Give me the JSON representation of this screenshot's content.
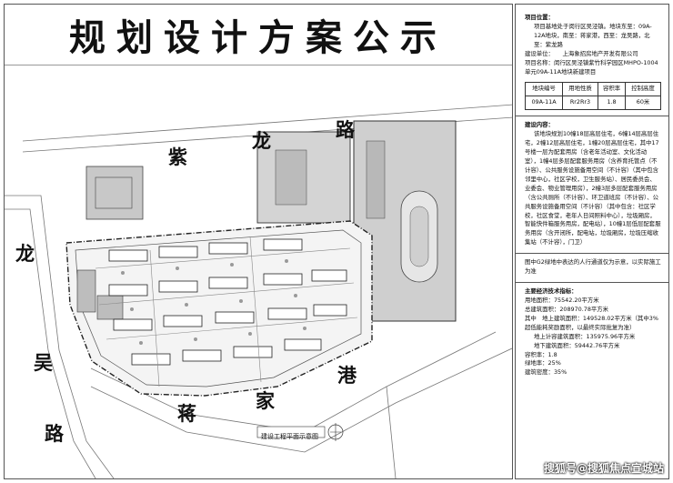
{
  "banner": {
    "title": "规划设计方案公示"
  },
  "roads": {
    "north": [
      "紫",
      "龙",
      "路"
    ],
    "west": [
      "龙",
      "吴",
      "路"
    ],
    "south": [
      "蒋",
      "家",
      "港"
    ]
  },
  "plan_caption": "建设工程平面示意图",
  "panel": {
    "project_loc_h": "项目位置：",
    "project_loc": "项目基地处于闵行区吴泾镇。地块东至：09A-12A地块，南至：蒋家港，西至：龙吴路，北至：紫龙路",
    "builder": "建设单位：　　上海象招房地产开发有限公司",
    "project_name": "项目名称：闵行区吴泾镇紫竹科学园区MHPO-1004单元09A-11A地块新建项目",
    "table": {
      "headers": [
        "地块编号",
        "用地性质",
        "容积率",
        "控制高度"
      ],
      "row": [
        "09A-11A",
        "Rr2Rr3",
        "1.8",
        "60米"
      ]
    },
    "content_h": "建设内容：",
    "content_1": "该地块规划10幢18层高层住宅，6幢14层高层住宅，2幢12层高层住宅，1幢20层高层住宅，其中17号楼一层为配套用房（含老年活动室、文化活动室），1幢4层多层配套服务用房（含养育托管点（不计容）、公共服务设施备用空间（不计容）（其中包含邻里中心，社区学校，卫生服务站）、居民委员会、业委会、物业管理用房），2幢3层多层配套服务用房（含公共厕所（不计容）、环卫道班房（不计容）、公共服务设施备用空间（不计容）（其中包含：社区学校，社区食堂，老年人日间照料中心），垃圾厢房，智能快件箱服务用房，配电站），10幢1层低层配套服务用房（含开闭所，配电站，垃圾厢房，垃圾压缩收集站（不计容），门卫）",
    "note": "图中G2绿地中表达的人行通道仅为示意，以实际施工为准",
    "econ_h": "主要经济技术指标：",
    "econ": [
      "用地面积：75542.20平方米",
      "总建筑面积：208970.78平方米",
      "其中　地上建筑面积：149528.02平方米（其中3%超低能耗奖励面积，以最终实际批复为准）",
      "地上计容建筑面积：135975.96平方米",
      "地下建筑面积：59442.76平方米",
      "容积率：1.8",
      "绿地率：25%",
      "建筑密度：35%"
    ]
  },
  "watermark": "搜狐号@搜狐焦点宣城站"
}
